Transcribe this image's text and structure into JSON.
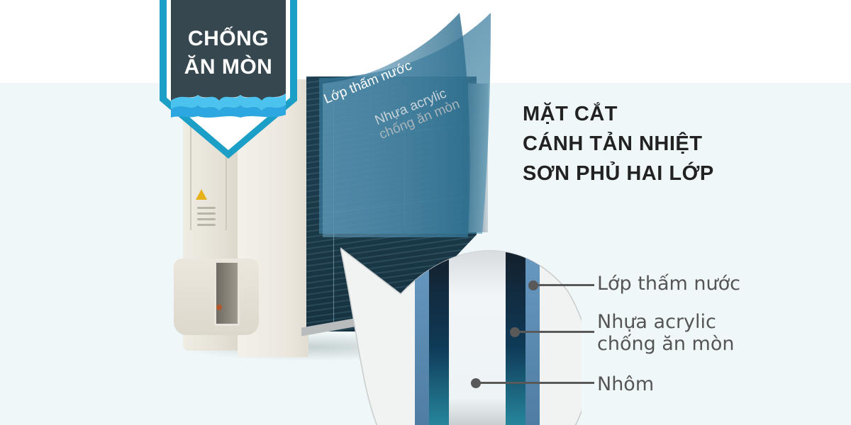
{
  "badge": {
    "line1": "CHỐNG",
    "line2": "ĂN MÒN",
    "colors": {
      "border": "#1b9fc6",
      "fill": "#37474f",
      "waves": "#4cc3ef"
    }
  },
  "film_labels": {
    "top": "Lớp thấm nước",
    "middle_line1": "Nhựa acrylic",
    "middle_line2": "chống ăn mòn"
  },
  "heading": {
    "line1": "MẶT CẮT",
    "line2": "CÁNH TẢN NHIỆT",
    "line3": "SƠN PHỦ HAI LỚP"
  },
  "cross_section": {
    "layers": [
      "Lớp thấm nước",
      "Nhựa acrylic chống ăn mòn",
      "Nhôm"
    ],
    "colors": {
      "outer": "#6a94b8",
      "middle": "#0f3650",
      "core": "#eef4f7"
    }
  },
  "legend": {
    "items": [
      {
        "label": "Lớp thấm nước"
      },
      {
        "label_line1": "Nhựa acrylic",
        "label_line2": "chống ăn mòn"
      },
      {
        "label": "Nhôm"
      }
    ]
  },
  "background": {
    "top": "#ffffff",
    "bottom": "#f0f7f8"
  }
}
